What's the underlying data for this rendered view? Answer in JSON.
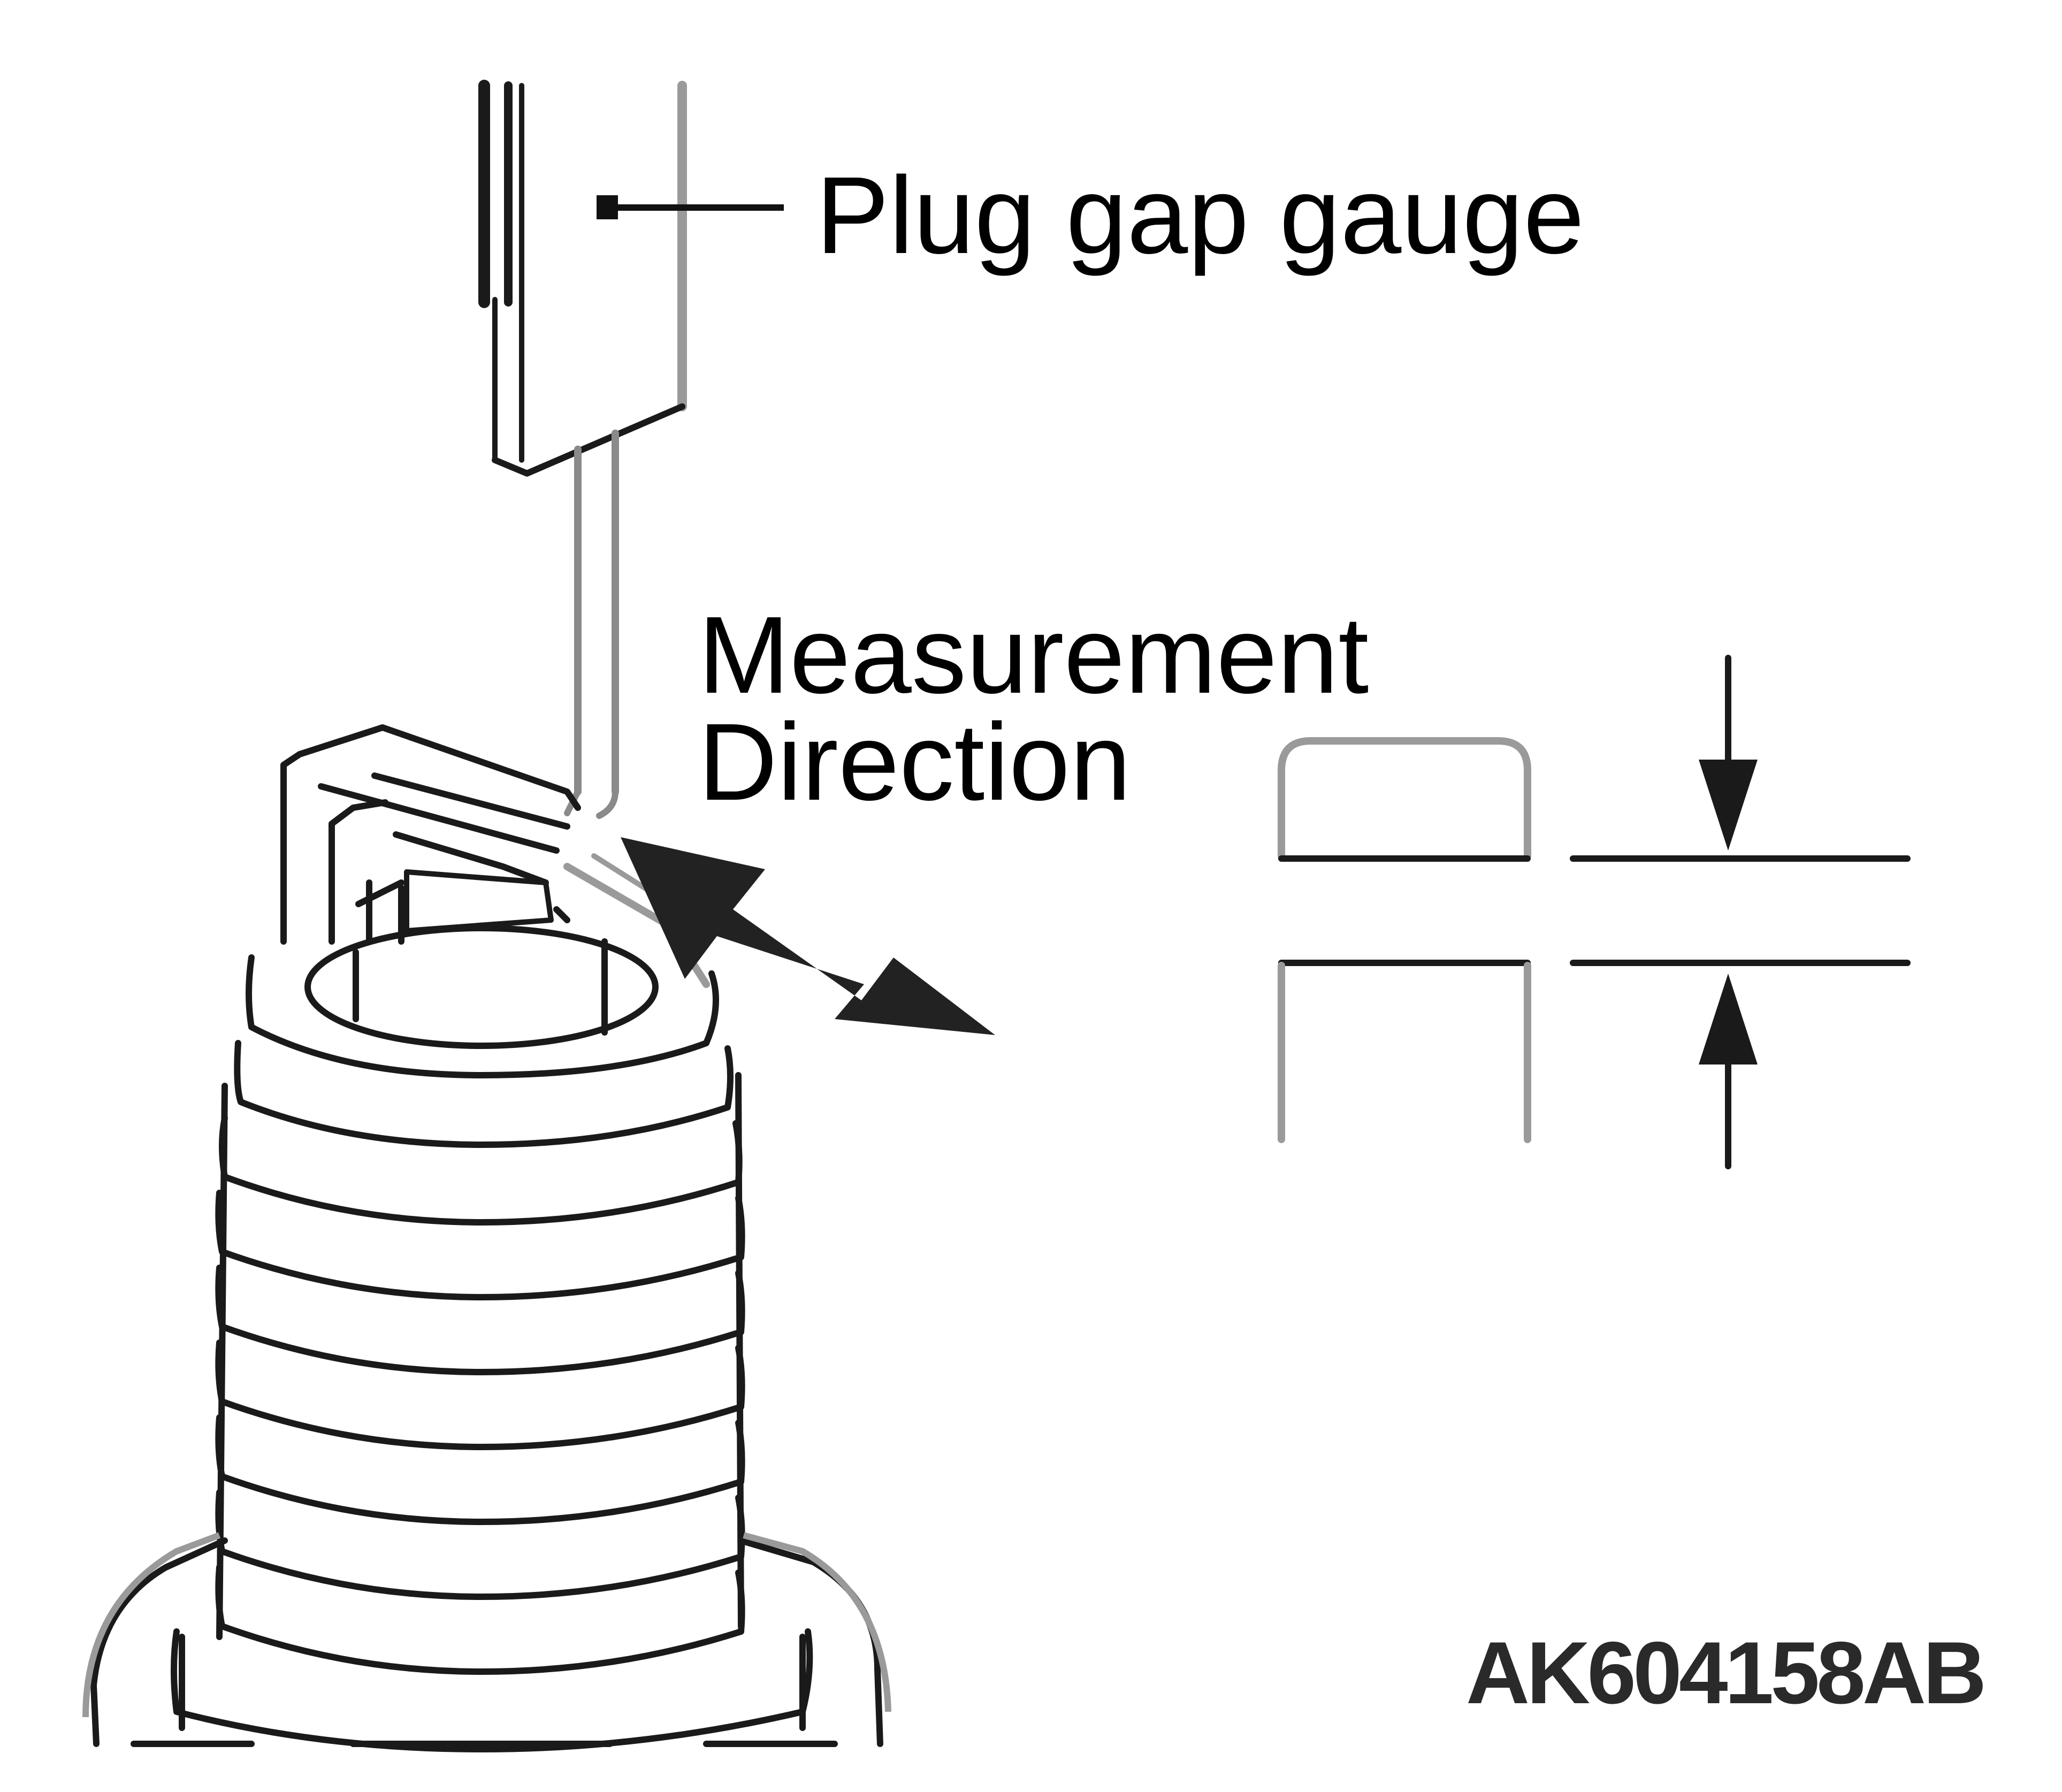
{
  "labels": {
    "plug_gap_gauge": "Plug gap gauge",
    "measurement_line1": "Measurement",
    "measurement_line2": "Direction",
    "figure_code": "AK604158AB"
  },
  "colors": {
    "line": "#1a1a1a",
    "gray_line": "#9a9a9a",
    "background": "#ffffff"
  }
}
